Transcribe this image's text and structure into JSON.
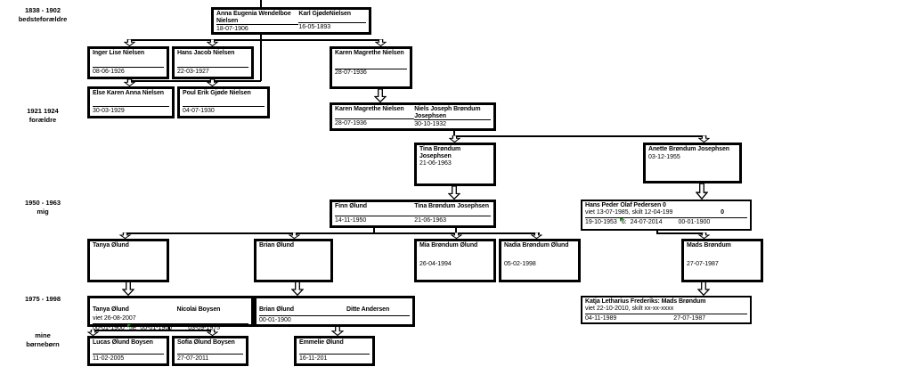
{
  "icons": {
    "descent_arrow": "hollow-down-arrow"
  },
  "colors": {
    "background": "#ffffff",
    "box_border": "#000000",
    "text": "#000000",
    "flag_green": "#1f8a1f"
  },
  "generations": [
    {
      "line1": "1838 - 1902",
      "line2": "bedsteforældre"
    },
    {
      "line1": "1921 1924",
      "line2": "forældre"
    },
    {
      "line1": "1950 - 1963",
      "line2": "mig"
    },
    {
      "line1": "1975 - 1998",
      "line2": ""
    },
    {
      "line1": "mine",
      "line2": "børnebørn"
    }
  ],
  "boxes": {
    "grandparents": {
      "persons": [
        {
          "name": "Anna Eugenia Wendelboe Nielsen",
          "date": "18-07-1906"
        },
        {
          "name": "Karl GjødeNielsen",
          "date": "16-05-1893"
        }
      ]
    },
    "inger": {
      "name": "Inger Lise Nielsen",
      "date": "08-06-1926"
    },
    "hans_jacob": {
      "name": "Hans Jacob Nielsen",
      "date": "22-03-1927"
    },
    "karen_single": {
      "name": "Karen Magrethe Nielsen",
      "date": "28-07-1936"
    },
    "else_karen": {
      "name": "Else Karen Anna Nielsen",
      "date": "30-03-1929"
    },
    "poul": {
      "name": "Poul Erik Gjøde Nielsen",
      "date": "04-07-1930"
    },
    "parents": {
      "persons": [
        {
          "name": "Karen Magrethe Nielsen",
          "date": "28-07-1936"
        },
        {
          "name": "Niels Joseph Brøndum Josephsen",
          "date": "30-10-1932"
        }
      ]
    },
    "tina_single": {
      "name": "Tina Brøndum Josephsen",
      "date": "21-06-1963"
    },
    "anette": {
      "name": "Anette Brøndum Josephsen",
      "date": "03-12-1955"
    },
    "me_couple": {
      "persons": [
        {
          "name": "Finn Ølund",
          "date": "14-11-1950"
        },
        {
          "name": "Tina Brøndum Josephsen",
          "date": "21-06-1963"
        }
      ]
    },
    "hans_peder": {
      "title": "Hans Peder Olaf Pedersen 0",
      "line2": "viet 13-07-1985, skilt 12-04-199",
      "line2_right": "0",
      "flag": "6:",
      "dates": [
        "19-10-1953",
        "24-07-2014",
        "00-01-1900"
      ]
    },
    "tanya_single": {
      "name": "Tanya Ølund"
    },
    "brian_single": {
      "name": "Brian Ølund"
    },
    "mia": {
      "name": "Mia Brøndum Ølund",
      "date": "26-04-1994"
    },
    "nadia": {
      "name": "Nadia Brøndum Ølund",
      "date": "05-02-1998"
    },
    "mads": {
      "name": "Mads Brøndum",
      "date": "27-07-1987"
    },
    "tanya_couple": {
      "names": [
        "Tanya Ølund",
        "Nicolai Boysen"
      ],
      "line2": "viet 26-08-2007",
      "flag": "5E",
      "dates": [
        "00-01-1900",
        "00-01-1900",
        "03-09-1975"
      ]
    },
    "brian_couple": {
      "names": [
        "Brian Ølund",
        "Ditte Andersen"
      ],
      "line3": "00-01-1900"
    },
    "katja_couple": {
      "title": "Katja Letharius Frederiks: Mads Brøndum",
      "line2": "viet 22-10-2010, skilt xx-xx-xxxx",
      "dates": [
        "04-11-1989",
        "27-07-1987"
      ]
    },
    "lucas": {
      "name": "Lucas Ølund Boysen",
      "date": "11-02-2005"
    },
    "sofia": {
      "name": "Sofia Ølund Boysen",
      "date": "27-07-2011"
    },
    "emmelie": {
      "name": "Emmelie Ølund",
      "date": "16-11-201"
    }
  }
}
